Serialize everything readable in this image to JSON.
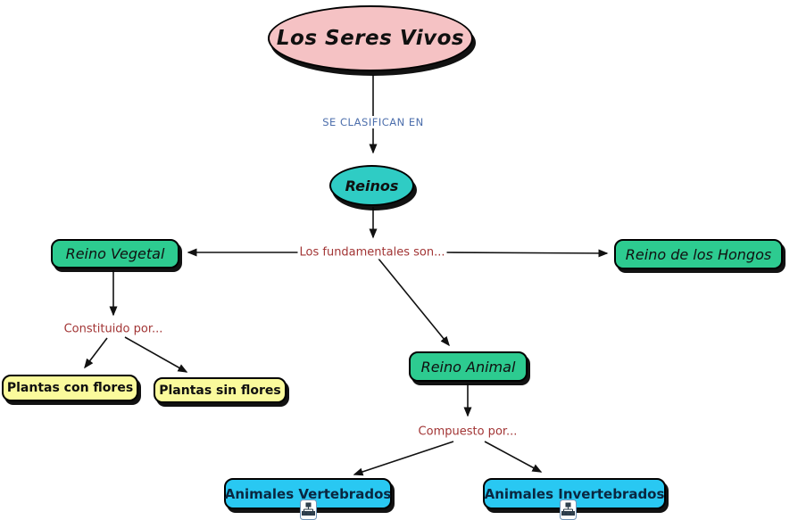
{
  "diagram": {
    "type": "concept-map",
    "title": "Los Seres Vivos",
    "nodes": [
      {
        "id": "los-seres-vivos",
        "label": "Los Seres Vivos",
        "shape": "ellipse",
        "fill": "#F5C2C4",
        "text_color": "#101010"
      },
      {
        "id": "reinos",
        "label": "Reinos",
        "shape": "ellipse",
        "fill": "#2FCCC4",
        "text_color": "#101010"
      },
      {
        "id": "reino-vegetal",
        "label": "Reino Vegetal",
        "shape": "rounded-rect",
        "fill": "#2DCB90",
        "text_color": "#101010"
      },
      {
        "id": "reino-de-los-hongos",
        "label": "Reino de los Hongos",
        "shape": "rounded-rect",
        "fill": "#2DCB90",
        "text_color": "#101010"
      },
      {
        "id": "reino-animal",
        "label": "Reino Animal",
        "shape": "rounded-rect",
        "fill": "#2DCB90",
        "text_color": "#101010"
      },
      {
        "id": "plantas-con-flores",
        "label": "Plantas con flores",
        "shape": "rounded-rect",
        "fill": "#FAFA9C",
        "text_color": "#101010"
      },
      {
        "id": "plantas-sin-flores",
        "label": "Plantas sin flores",
        "shape": "rounded-rect",
        "fill": "#FAFA9C",
        "text_color": "#101010"
      },
      {
        "id": "animales-vertebrados",
        "label": "Animales Vertebrados",
        "shape": "rounded-rect",
        "fill": "#29C8F2",
        "text_color": "#0A2740",
        "has_submap_icon": true
      },
      {
        "id": "animales-invertebrados",
        "label": "Animales Invertebrados",
        "shape": "rounded-rect",
        "fill": "#29C8F2",
        "text_color": "#0A2740",
        "has_submap_icon": true
      }
    ],
    "links": [
      {
        "id": "se-clasifican-en",
        "label": "SE CLASIFICAN EN",
        "color": "#4D6FAC",
        "from": "los-seres-vivos",
        "to": [
          "reinos"
        ]
      },
      {
        "id": "los-fundamentales-son",
        "label": "Los fundamentales son...",
        "color": "#A23535",
        "from": "reinos",
        "to": [
          "reino-vegetal",
          "reino-de-los-hongos",
          "reino-animal"
        ]
      },
      {
        "id": "constituido-por",
        "label": "Constituido por...",
        "color": "#A23535",
        "from": "reino-vegetal",
        "to": [
          "plantas-con-flores",
          "plantas-sin-flores"
        ]
      },
      {
        "id": "compuesto-por",
        "label": "Compuesto por...",
        "color": "#A23535",
        "from": "reino-animal",
        "to": [
          "animales-vertebrados",
          "animales-invertebrados"
        ]
      }
    ],
    "icons": [
      {
        "name": "submap-link-icon",
        "meaning": "linked sub-map",
        "attached_to": "animales-vertebrados"
      },
      {
        "name": "submap-link-icon",
        "meaning": "linked sub-map",
        "attached_to": "animales-invertebrados"
      }
    ],
    "colors": {
      "background": "#FFFFFF",
      "edge": "#111111",
      "node_border": "#000000",
      "shadow": "#0A0A0A",
      "root_ellipse": "#F5C2C4",
      "sub_ellipse": "#2FCCC4",
      "kingdom_box": "#2DCB90",
      "plant_box": "#FAFA9C",
      "animal_box": "#29C8F2",
      "link_phrase_red": "#A23535",
      "link_phrase_blue": "#4D6FAC"
    }
  }
}
